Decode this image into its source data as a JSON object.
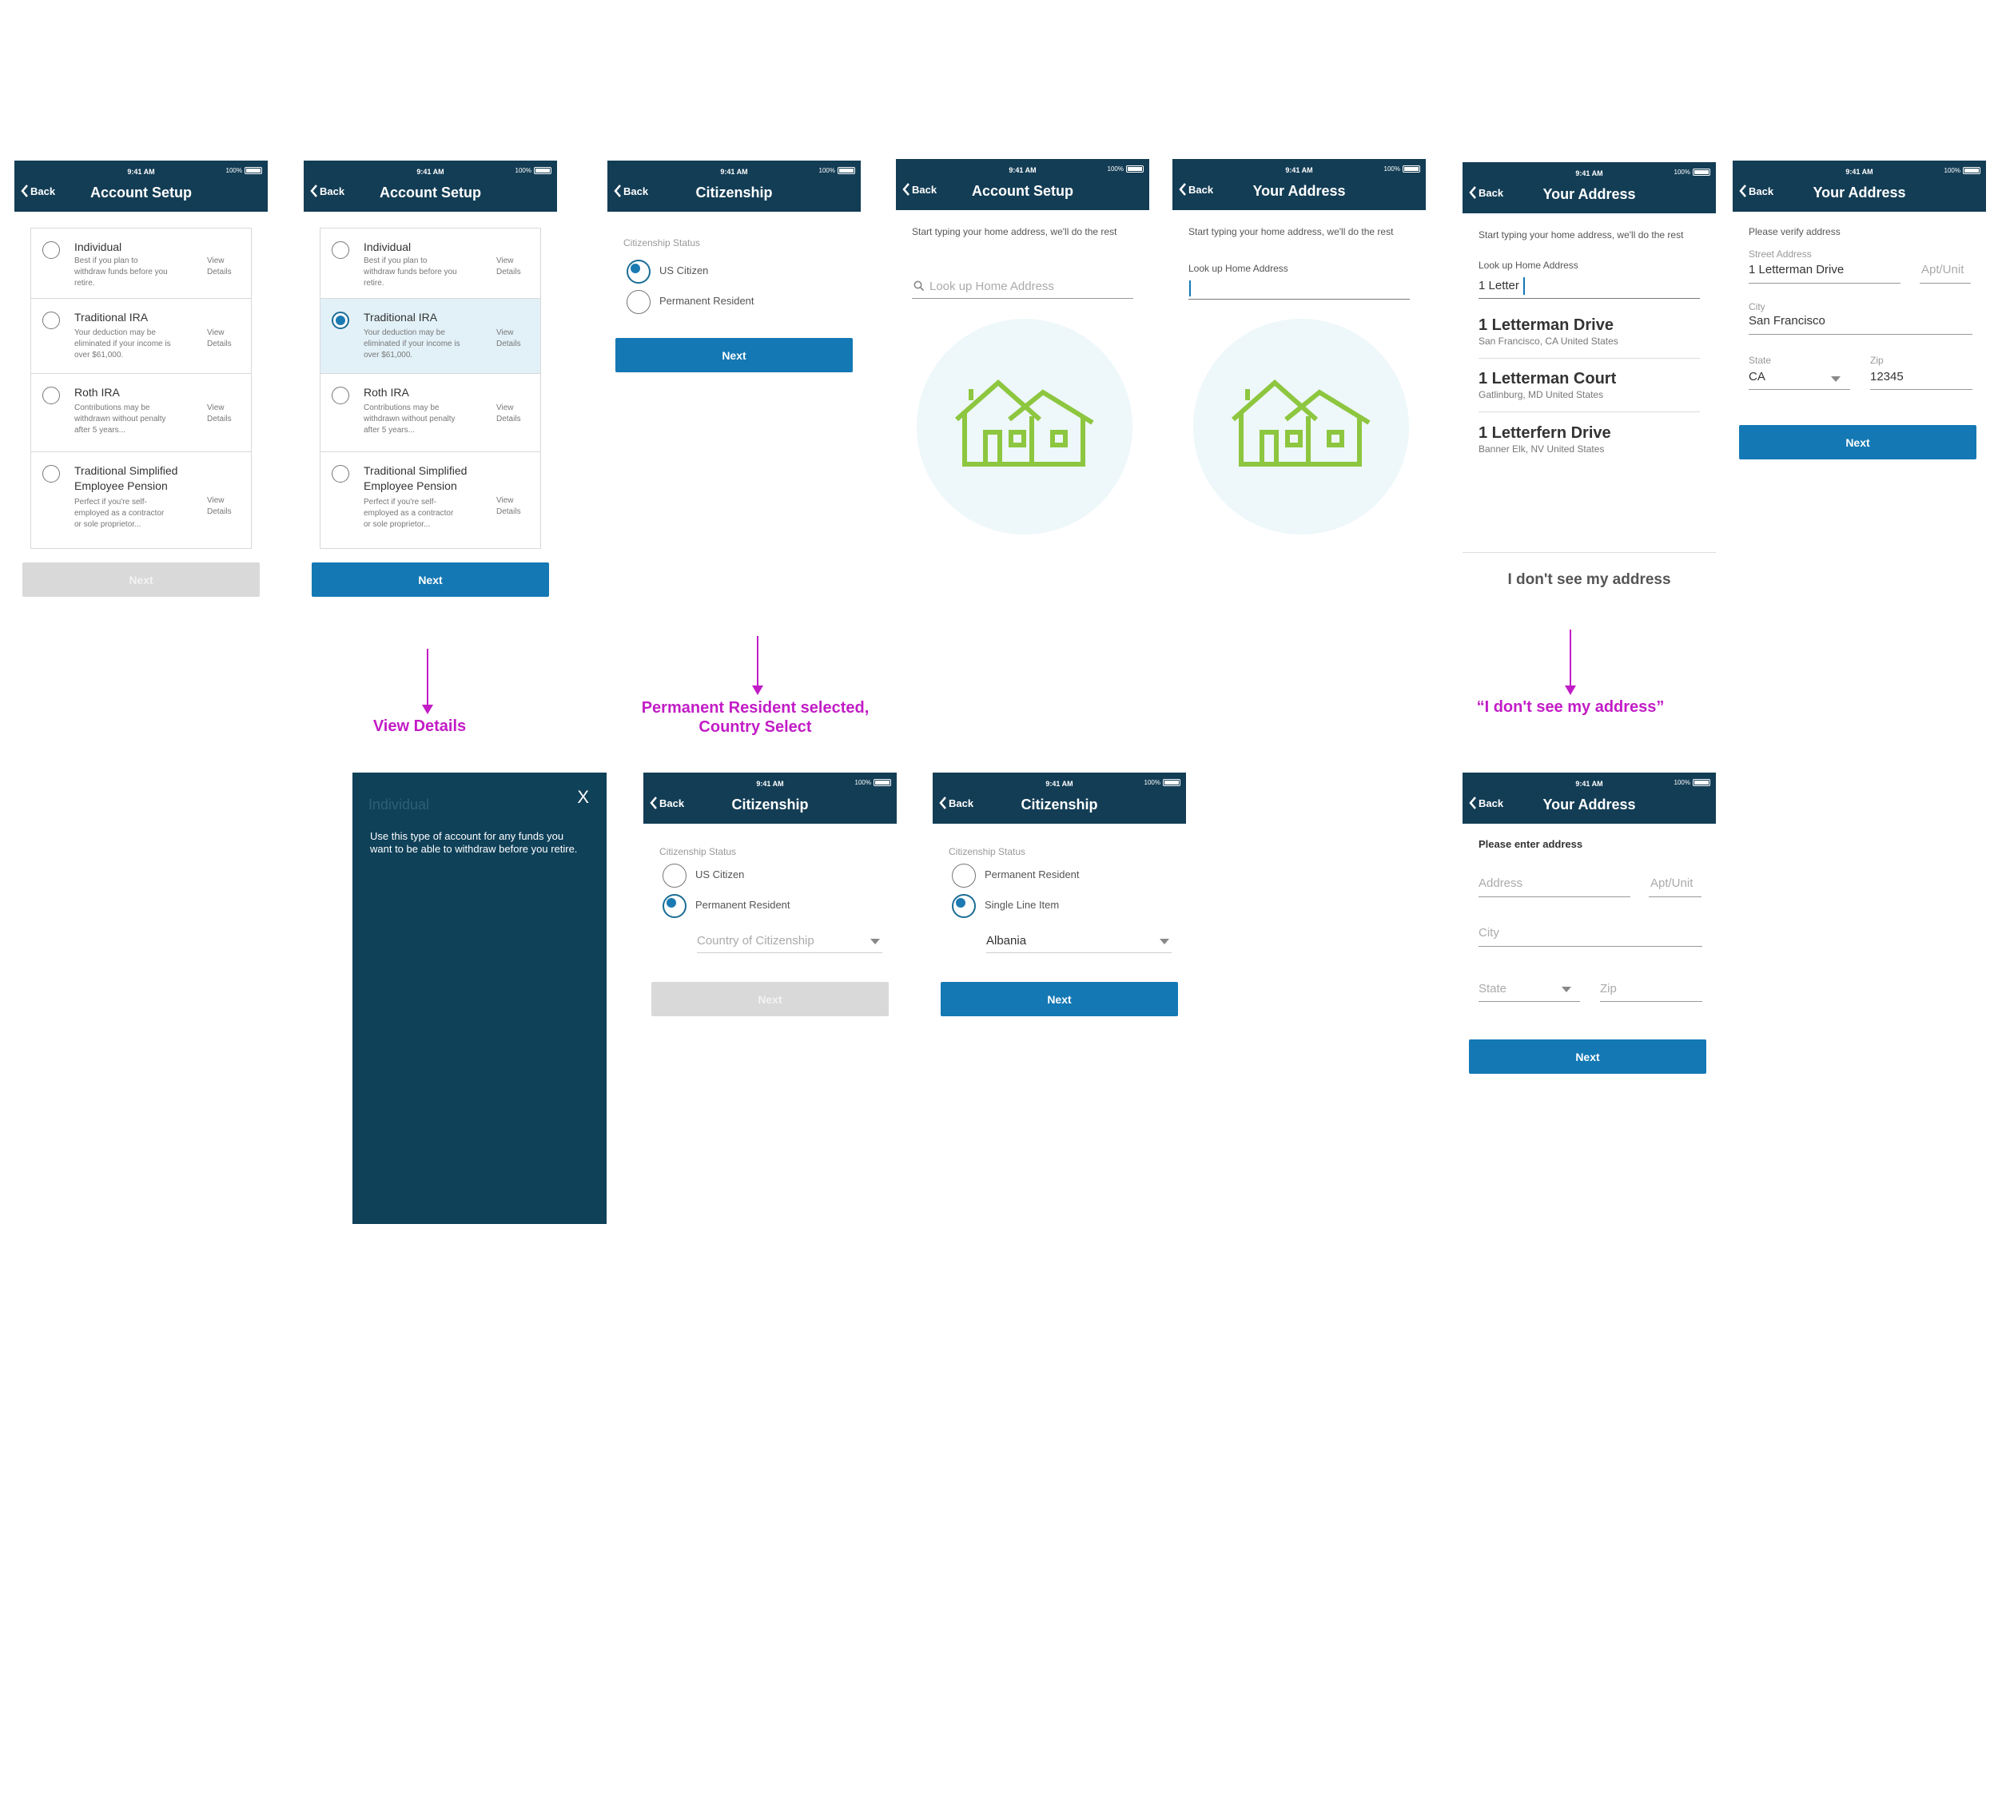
{
  "status": {
    "time": "9:41 AM",
    "battery": "100%"
  },
  "nav": {
    "back": "Back"
  },
  "account": {
    "title": "Account Setup",
    "view_details": [
      "View",
      "Details"
    ],
    "options": [
      {
        "title": "Individual",
        "desc": [
          "Best if you plan to",
          "withdraw funds before you",
          "retire."
        ]
      },
      {
        "title": "Traditional IRA",
        "desc": [
          "Your deduction may be",
          "eliminated if your income is",
          "over $61,000."
        ]
      },
      {
        "title": "Roth IRA",
        "desc": [
          "Contributions may be",
          "withdrawn without penalty",
          "after 5 years..."
        ]
      },
      {
        "title": "Traditional Simplified Employee Pension",
        "desc": [
          "Perfect if you're self-",
          "employed as a contractor",
          "or sole proprietor..."
        ]
      }
    ],
    "next": "Next"
  },
  "citizenship": {
    "title": "Citizenship",
    "status_label": "Citizenship Status",
    "us_citizen": "US Citizen",
    "permanent_resident": "Permanent Resident",
    "single_line_item": "Single Line Item",
    "country_placeholder": "Country of Citizenship",
    "country_value": "Albania",
    "next": "Next"
  },
  "address": {
    "title": "Your Address",
    "account_title": "Account Setup",
    "intro": "Start typing your home address, we'll do the rest",
    "lookup_placeholder": "Look up Home Address",
    "lookup_label": "Look up Home Address",
    "typed": "1 Letter",
    "suggestions": [
      {
        "line1": "1 Letterman Drive",
        "line2": "San Francisco, CA United States"
      },
      {
        "line1": "1 Letterman Court",
        "line2": "Gatlinburg, MD United States"
      },
      {
        "line1": "1 Letterfern Drive",
        "line2": "Banner Elk, NV United States"
      }
    ],
    "not_seen": "I don't see my address",
    "verify_heading": "Please verify address",
    "street_label": "Street Address",
    "street_value": "1 Letterman Drive",
    "apt_placeholder": "Apt/Unit",
    "city_label": "City",
    "city_value": "San Francisco",
    "state_label": "State",
    "state_value": "CA",
    "zip_label": "Zip",
    "zip_value": "12345",
    "enter_heading": "Please enter address",
    "address_placeholder": "Address",
    "city_placeholder": "City",
    "state_placeholder": "State",
    "zip_placeholder": "Zip",
    "next": "Next"
  },
  "modal": {
    "title": "Individual",
    "close": "X",
    "body": "Use this type of account for any funds you want to be able to withdraw before you retire."
  },
  "annotations": {
    "view_details": "View Details",
    "permanent_resident": "Permanent Resident selected, Country Select",
    "dont_see": "“I don't see my address”"
  },
  "colors": {
    "header": "#133d55",
    "primary_button": "#1478b4",
    "disabled_button": "#d9d9d9",
    "annotation": "#c21cc6",
    "house_icon": "#8dc63f",
    "selected_row": "#e2f1f8"
  }
}
